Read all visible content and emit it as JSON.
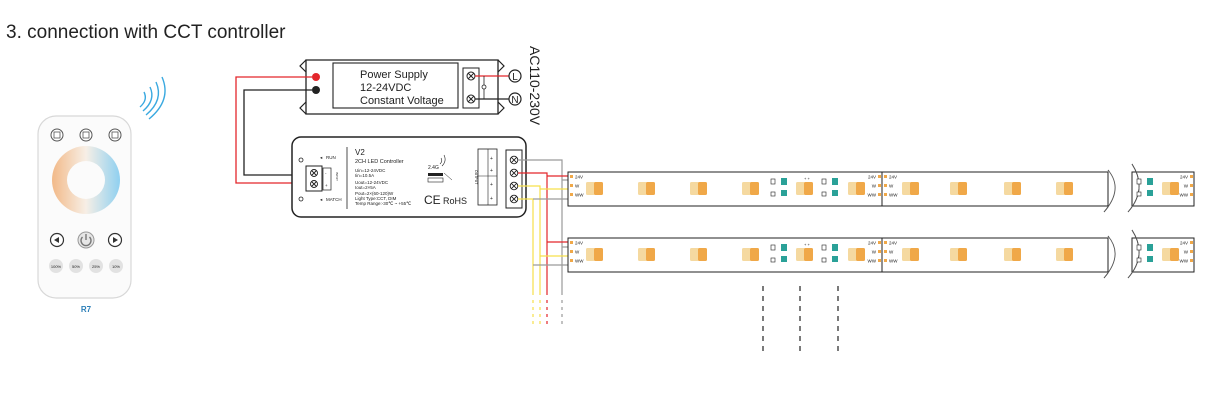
{
  "title": "3. connection with CCT controller",
  "remote": {
    "model": "R7",
    "buttons": [
      "100%",
      "50%",
      "25%",
      "10%"
    ]
  },
  "power_supply": {
    "lines": [
      "Power Supply",
      "12-24VDC",
      "Constant Voltage"
    ],
    "ac_label": "AC110-230V",
    "terminal_l": "L",
    "terminal_n": "N"
  },
  "controller": {
    "version": "V2",
    "name": "2CH LED Controller",
    "specs": [
      "Uin=12-24VDC",
      "Iin=10.5A",
      "Uout=12-24VDC",
      "Iout=2×5A",
      "Pout=2×(60-120)W",
      "Light Type:CCT, DIM",
      "Temp Range:-30℃ ~ +55℃"
    ],
    "run_label": "RUN",
    "match_label": "MATCH",
    "input_label": "INPUT",
    "output_label": "OUTPUT",
    "rf_label": "2.4G",
    "ce_label": "CE",
    "rohs_label": "RoHS"
  },
  "strip": {
    "label_24v": "24V",
    "label_w": "W",
    "label_ww": "WW"
  },
  "colors": {
    "red": "#e3262b",
    "yellow": "#f6e04a",
    "gray": "#9a9a9a",
    "black": "#222222",
    "wifi": "#3aa9e0",
    "led_cool": "#f5d9a0",
    "led_warm": "#f0a848"
  }
}
